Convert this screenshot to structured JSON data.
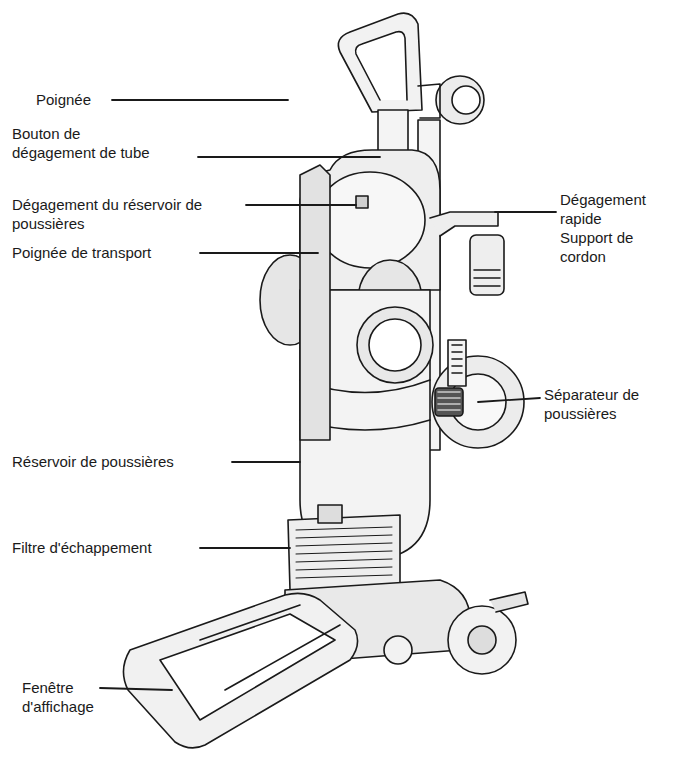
{
  "diagram": {
    "labels": [
      "Poignée",
      "Bouton de dégagement de tube",
      "Dégagement du réservoir de poussières",
      "Poignée de transport",
      "Dégagement rapide Support de cordon",
      "Séparateur de poussières",
      "Réservoir de poussières",
      "Filtre d'échappement",
      "Fenêtre d'affichage"
    ]
  }
}
